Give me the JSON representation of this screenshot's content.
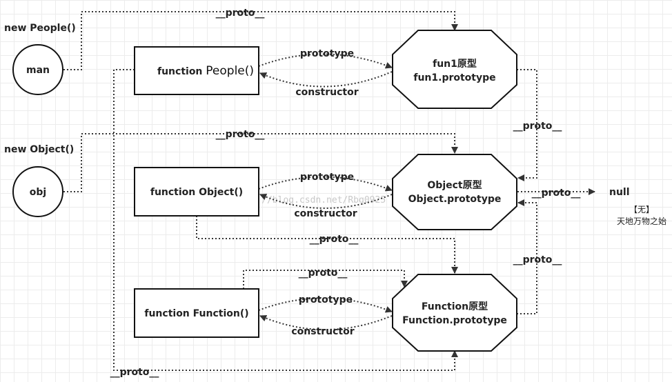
{
  "labels": {
    "new_people": "new People()",
    "new_object": "new Object()",
    "man": "man",
    "obj": "obj",
    "function_people_prefix": "function ",
    "function_people_name": "People()",
    "function_object": "function Object()",
    "function_function": "function Function()",
    "fun1_proto_line1": "fun1原型",
    "fun1_proto_line2": "fun1.prototype",
    "object_proto_line1": "Object原型",
    "object_proto_line2": "Object.prototype",
    "function_proto_line1": "Function原型",
    "function_proto_line2": "Function.prototype",
    "null": "null",
    "null_note_line1": "【无】",
    "null_note_line2": "天地万物之始",
    "proto": "__proto__",
    "prototype": "prototype",
    "constructor": "constructor",
    "watermark": "http://blog.csdn.net/Rbq0925"
  }
}
